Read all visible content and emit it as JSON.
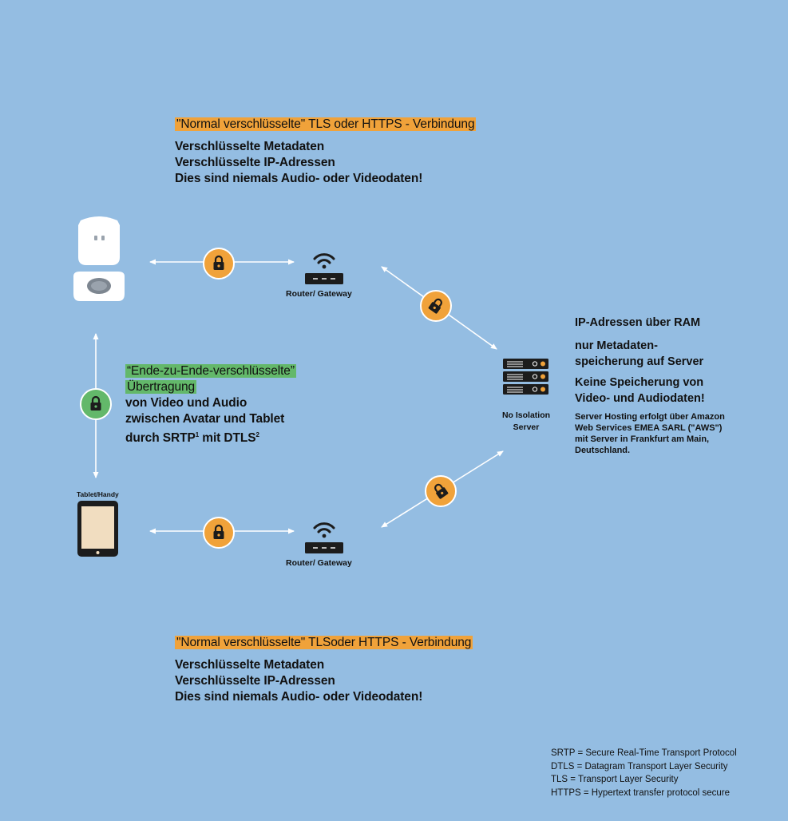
{
  "top_box": {
    "heading": "\"Normal verschlüsselte\" TLS oder HTTPS - Verbindung",
    "lines": [
      "Verschlüsselte Metadaten",
      "Verschlüsselte IP-Adressen",
      "Dies sind niemals Audio- oder Videodaten!"
    ]
  },
  "bottom_box": {
    "heading": "\"Normal verschlüsselte\" TLSoder HTTPS - Verbindung",
    "lines": [
      "Verschlüsselte Metadaten",
      "Verschlüsselte IP-Adressen",
      "Dies sind niemals Audio- oder Videodaten!"
    ]
  },
  "e2e": {
    "heading_line1": "“Ende-zu-Ende-verschlüsselte”",
    "heading_line2": "Übertragung",
    "line3": "von Video und Audio",
    "line4": "zwischen Avatar und Tablet",
    "line5_prefix": "durch SRTP",
    "sup1": "1",
    "line5_mid": " mit DTLS",
    "sup2": "2"
  },
  "router_top_label": "Router/ Gateway",
  "router_bottom_label": "Router/ Gateway",
  "tablet_label": "Tablet/Handy",
  "server_label_line1": "No Isolation",
  "server_label_line2": "Server",
  "server_info": {
    "l1": "IP-Adressen über RAM",
    "l2a": "nur Metadaten-",
    "l2b": "speicherung auf Server",
    "l3a": "Keine Speicherung von",
    "l3b": "Video- und Audiodaten!",
    "small1": "Server Hosting erfolgt über Amazon",
    "small2": "Web Services EMEA SARL (\"AWS\")",
    "small3": "mit Server in Frankfurt am Main,",
    "small4": "Deutschland."
  },
  "legend": [
    "SRTP = Secure Real-Time Transport Protocol",
    "DTLS = Datagram Transport Layer Security",
    "TLS = Transport Layer Security",
    "HTTPS = Hypertext transfer protocol secure"
  ],
  "colors": {
    "background": "#94bde2",
    "orange": "#f0a23a",
    "green": "#63b86a",
    "dark": "#1c1c1c"
  }
}
